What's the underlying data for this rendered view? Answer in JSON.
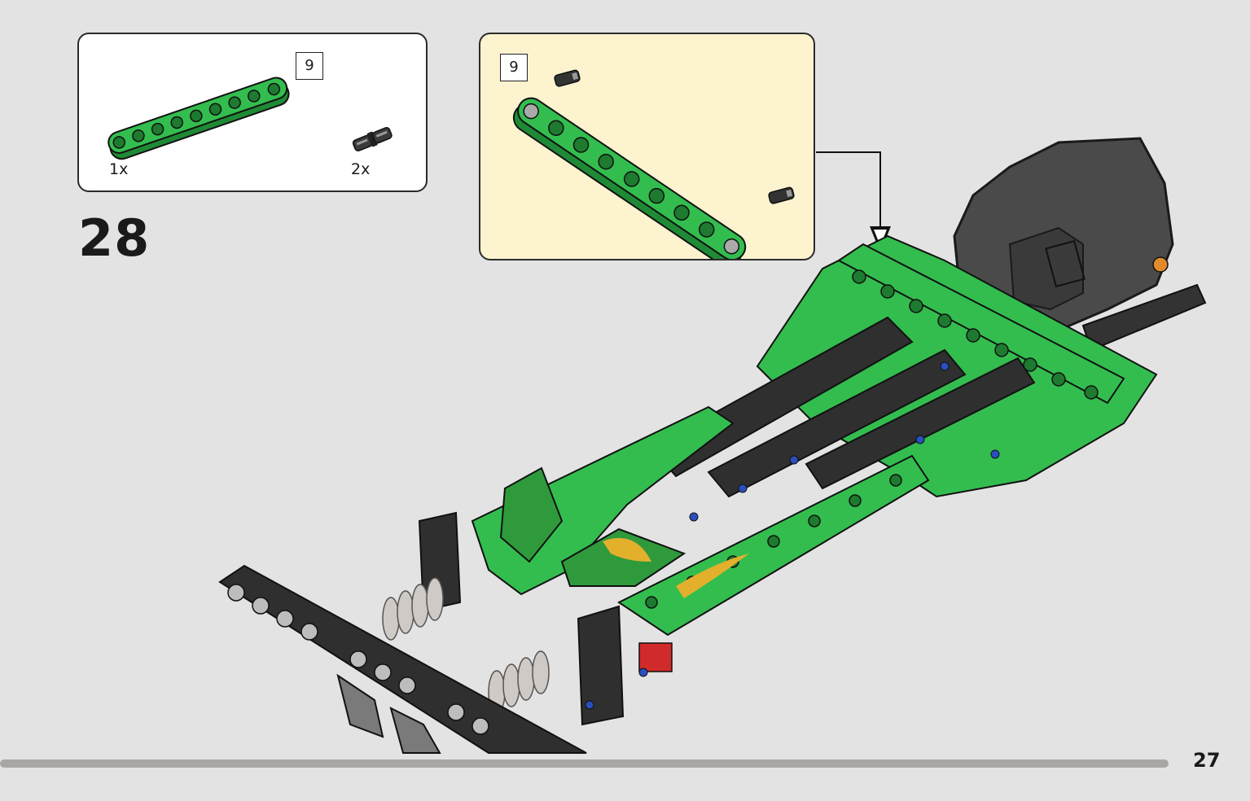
{
  "step": {
    "number": "28",
    "page_number": "27"
  },
  "parts_list": {
    "beam_length_label": "9",
    "beam_quantity": "1x",
    "pin_quantity": "2x"
  },
  "subassembly": {
    "beam_length_label": "9"
  },
  "colors": {
    "background": "#e3e3e3",
    "callout_background": "#fdf3cf",
    "beam_green": "#2fb54a",
    "dark_gray": "#2f2f2f",
    "page_rule": "#a9a6a4"
  },
  "icons": [
    "green-9-beam",
    "black-friction-pin",
    "placement-arrow"
  ]
}
